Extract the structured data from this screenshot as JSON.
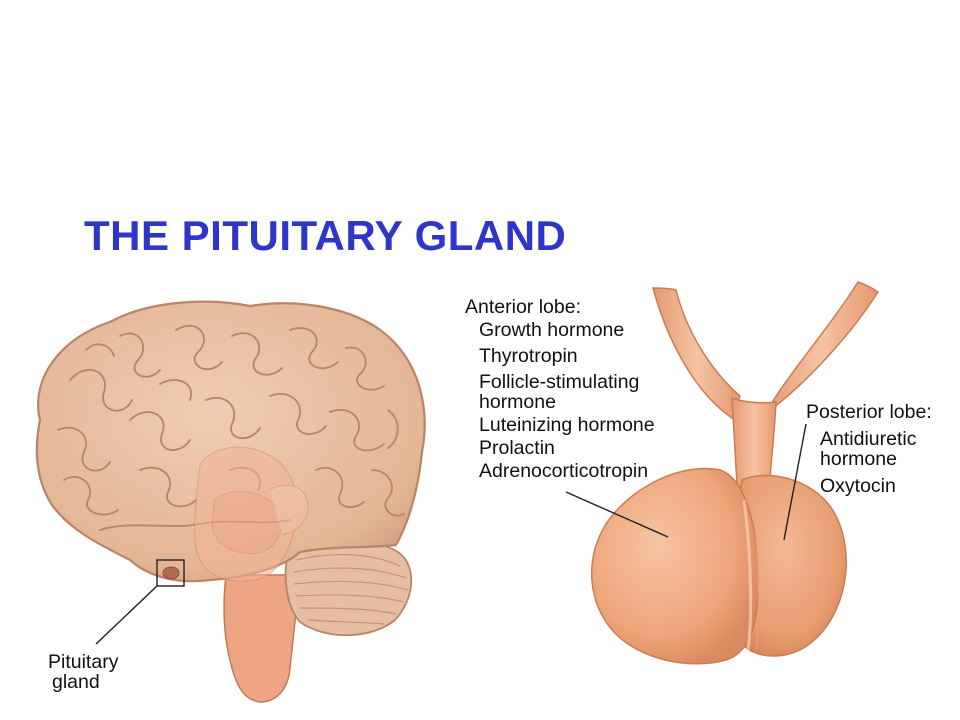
{
  "title": "THE PITUITARY GLAND",
  "colors": {
    "title": "#2e35c8",
    "brain_fill": "#e8bfa2",
    "brain_fold": "#b98468",
    "gland_fill": "#f0ad82",
    "gland_shadow": "#d98a5e",
    "stalk_fill": "#eeaf88",
    "leader_line": "#222222"
  },
  "brain_label": {
    "line1": "Pituitary",
    "line2": "gland"
  },
  "anterior": {
    "heading": "Anterior lobe:",
    "items": [
      "Growth hormone",
      "Thyrotropin",
      "Follicle-stimulating",
      "hormone",
      "Luteinizing hormone",
      "Prolactin",
      "Adrenocorticotropin"
    ]
  },
  "posterior": {
    "heading": "Posterior lobe:",
    "items": [
      "Antidiuretic",
      "hormone",
      "Oxytocin"
    ]
  }
}
